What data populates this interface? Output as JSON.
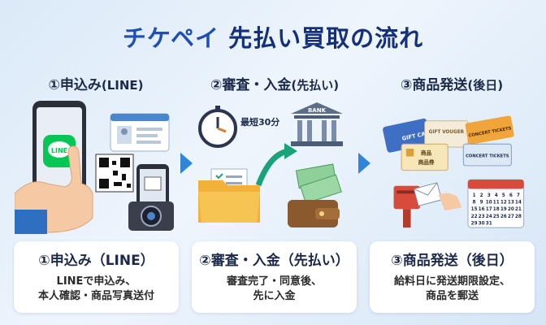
{
  "title": {
    "brand": "チケペイ",
    "rest": "先払い買取の流れ"
  },
  "steps": [
    {
      "head": "①申込み",
      "head_paren": "(LINE)",
      "card_title": "①申込み（LINE）",
      "card_line1": "LINEで申込み、",
      "card_line2": "本人確認・商品写真送付",
      "icon_label": "LINE"
    },
    {
      "head": "②審査・入金",
      "head_paren": "(先払い)",
      "card_title": "②審査・入金（先払い）",
      "card_line1": "審査完了・同意後、",
      "card_line2": "先に入金",
      "timer_label": "最短30分",
      "bank_label": "BANK"
    },
    {
      "head": "③商品発送",
      "head_paren": "(後日)",
      "card_title": "③商品発送（後日）",
      "card_line1": "給料日に発送期限設定、",
      "card_line2": "商品を郵送",
      "gift_card": "GIFT CA",
      "voucher": "GIFT VOUGER",
      "goods1": "商品",
      "goods2": "商品券",
      "concert1": "CONCERT TICKETS",
      "concert2": "CONCERT TICKETS"
    }
  ],
  "calendar_days": [
    "1",
    "2",
    "3",
    "4",
    "5",
    "6",
    "7",
    "8",
    "9",
    "10",
    "11",
    "12",
    "13",
    "14",
    "15",
    "16",
    "17",
    "18",
    "19",
    "20",
    "21",
    "22",
    "23",
    "24",
    "25",
    "26",
    "27",
    "28",
    "29",
    "30",
    "31"
  ],
  "colors": {
    "accent": "#2f86d8",
    "title": "#14307a",
    "line_green": "#06c755",
    "bank": "#5a6e8a",
    "mail_red": "#d84a3a"
  }
}
